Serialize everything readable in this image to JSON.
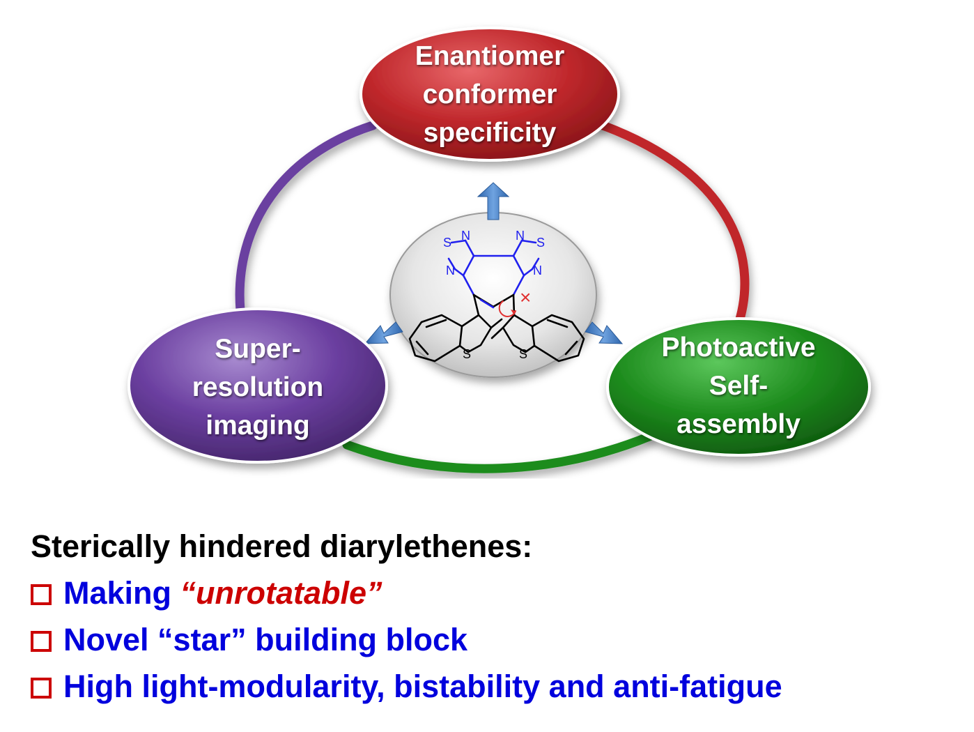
{
  "nodes": {
    "top": {
      "lines": [
        "Enantiomer",
        "conformer",
        "specificity"
      ],
      "color": "#c0282c"
    },
    "left": {
      "lines": [
        "Super-",
        "resolution",
        "imaging"
      ],
      "color": "#6b3fa0"
    },
    "right": {
      "lines": [
        "Photoactive",
        "Self-",
        "assembly"
      ],
      "color": "#1e8c1e"
    }
  },
  "arc_colors": {
    "top_right": "#c0282c",
    "left": "#6b3fa0",
    "bottom": "#1e8c1e"
  },
  "arrow_color": "#3a78c2",
  "molecule": {
    "atom_s": "S",
    "atom_n": "N",
    "forbidden_mark": "×",
    "heteroatom_color": "#2020ee",
    "bond_color": "#000000"
  },
  "summary": {
    "heading": "Sterically hindered diarylethenes:",
    "bullets": [
      {
        "text": "Making ",
        "emphasis": "“unrotatable”"
      },
      {
        "text": "Novel “star” building block",
        "emphasis": ""
      },
      {
        "text": "High light-modularity, bistability and anti-fatigue",
        "emphasis": ""
      }
    ]
  }
}
